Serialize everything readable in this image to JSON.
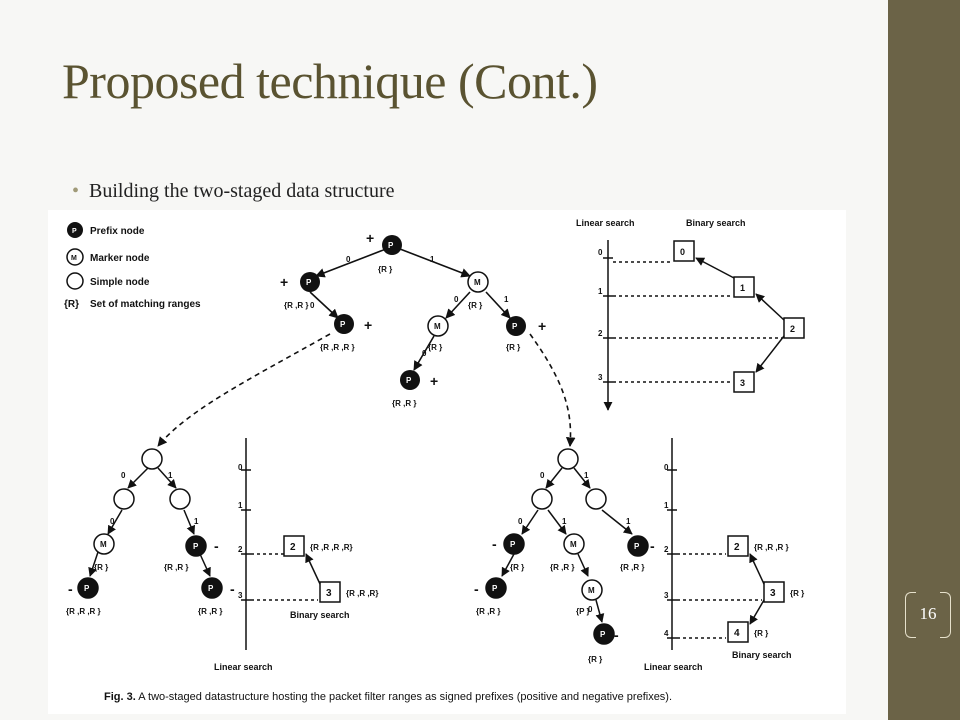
{
  "slide": {
    "title": "Proposed technique (Cont.)",
    "bullet": "Building the two-staged data structure",
    "page_number": "16"
  },
  "figure": {
    "legend": {
      "prefix_node": "Prefix node",
      "marker_node": "Marker node",
      "simple_node": "Simple node",
      "ranges": "Set of matching ranges"
    },
    "labels": {
      "linear_search": "Linear search",
      "binary_search": "Binary search"
    },
    "caption_bold": "Fig. 3.",
    "caption_text": " A two-staged datastructure hosting the packet filter ranges as signed prefixes (positive and negative prefixes)."
  },
  "colors": {
    "title": "#5a5331",
    "side_bar": "#6b6347",
    "bullet_dot": "#a09a78"
  }
}
